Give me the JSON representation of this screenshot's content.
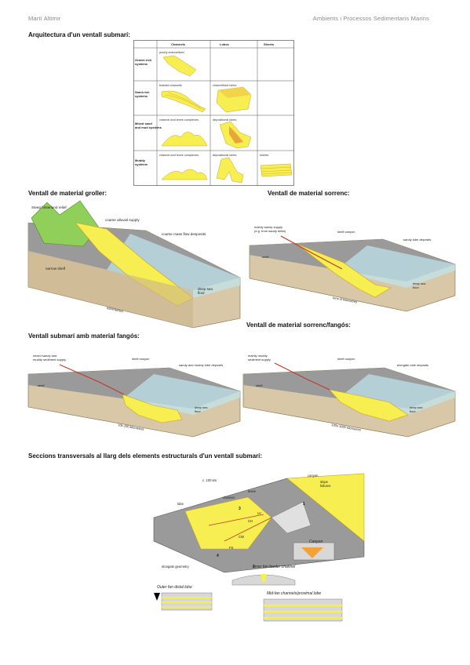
{
  "header": {
    "author": "Martí Altimir",
    "course": "Ambients i Processos Sedimentaris Marins"
  },
  "sections": {
    "arch": "Arquitectura d'un ventall submarí:",
    "coarse": "Ventall de material groller:",
    "sandy": "Ventall de material sorrenc:",
    "sandmud": "Ventall de material sorrenc/fangós:",
    "mud": "Ventall submarí amb material fangós:",
    "sections": "Seccions transversals al llarg dels elements estructurals d'un ventall submarí:"
  },
  "table": {
    "columns": [
      "Channels",
      "Lobes",
      "Sheets"
    ],
    "rows": [
      {
        "label1": "Gravel-rich",
        "label2": "systems",
        "channel": "poorly channelised",
        "lobe": "",
        "sheet": ""
      },
      {
        "label1": "Sand-rich",
        "label2": "systems",
        "channel": "braided channels",
        "lobe": "channelised lobes",
        "sheet": ""
      },
      {
        "label1": "Mixed sand",
        "label2": "and mud systems",
        "channel": "channel and levee complexes",
        "lobe": "depositional lobes",
        "sheet": ""
      },
      {
        "label1": "Muddy",
        "label2": "systems",
        "channel": "channel and levee complexes",
        "lobe": "depositional lobes",
        "sheet": "sheets"
      }
    ]
  },
  "coarse_fig": {
    "relief": "Steep hinterland relief",
    "alluvial": "coarse alluvial supply",
    "massflow": "coarse mass flow desposits",
    "shelf": "narrow shelf",
    "floor1": "deep sea",
    "floor2": "floor",
    "scale": "kilometres"
  },
  "sandy_fig": {
    "supply1": "mainly sandy supply",
    "supply2": "(e.g. from sandy delta)",
    "canyon": "shelf canyon",
    "lobe": "sandy lobe deposits",
    "shelf": "shelf",
    "floor1": "deep sea",
    "floor2": "floor",
    "scale": "tens of kilometres"
  },
  "mud_fig": {
    "supply1": "mixed sandy and",
    "supply2": "muddy sediment supply",
    "canyon": "shelf canyon",
    "lobe": "sandy and muddy lobe deposits",
    "shelf": "shelf",
    "floor1": "deep sea",
    "floor2": "floor",
    "scale": "10s-100 kilometres"
  },
  "sandmud_fig": {
    "supply1": "mainly muddy",
    "supply2": "sediment supply",
    "canyon": "shelf canyon",
    "lobe": "elongate lobe deposits",
    "shelf": "shelf",
    "floor1": "deep sea",
    "floor2": "floor",
    "scale": "100s-1000 kilometres"
  },
  "sections_fig": {
    "scale": "c. 100 km",
    "canyon": "canyon",
    "slope1": "slope",
    "slope2": "failures",
    "levee": "levee",
    "channel": "channel",
    "lobe": "lobe",
    "ch": "CH",
    "lv": "LV",
    "cw": "CW",
    "fs": "FS",
    "elongate": "elongate geometry",
    "n1": "1",
    "n2": "2",
    "n3": "3",
    "n4": "4",
    "cap1": "Canyon",
    "cap2": "Inner fan feeder channel",
    "cap3": "Mid-fan channels/proximal lobe",
    "cap4": "Outer fan distal lobe"
  },
  "colors": {
    "sand": "#f7ee52",
    "sand_dark": "#e8c42a",
    "slope": "#9a9a9a",
    "sea": "#bfe6ee",
    "land": "#8fcf5a",
    "base": "#d8c8a8"
  }
}
